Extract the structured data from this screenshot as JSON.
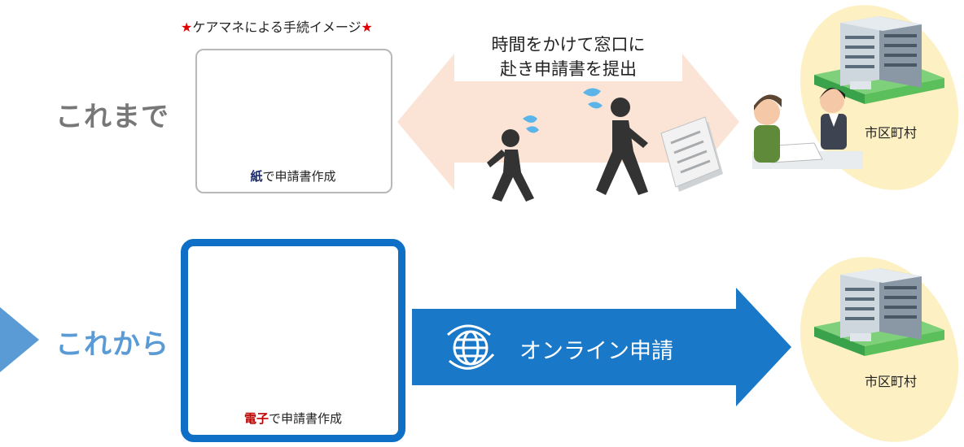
{
  "header": {
    "star": "★",
    "note_text": "ケアマネによる手続イメージ"
  },
  "rows": {
    "before": {
      "label": "これまで",
      "caption_emph": "紙",
      "caption_rest": "で申請書作成",
      "arrow_line1": "時間をかけて窓口に",
      "arrow_line2": "赴き申請書を提出",
      "office_label": "市区町村"
    },
    "after": {
      "label": "これから",
      "caption_emph": "電子",
      "caption_rest": "で申請書作成",
      "arrow_text": "オンライン申請",
      "office_label": "市区町村"
    }
  },
  "colors": {
    "label_gray": "#777777",
    "label_blue": "#5b9bd5",
    "box_blue": "#0f6fc6",
    "arrow_blue": "#1a78c8",
    "arrow_peach": "#fbe4d6",
    "star_red": "#e00000",
    "emph_navy": "#1f2d6b",
    "emph_red": "#c00000",
    "ellipse_yellow": "#fdf0c2"
  },
  "icons": [
    "globe-icon",
    "walking-person-icon",
    "sweat-drop-icon",
    "document-icon",
    "building-icon",
    "play-triangle-icon"
  ]
}
